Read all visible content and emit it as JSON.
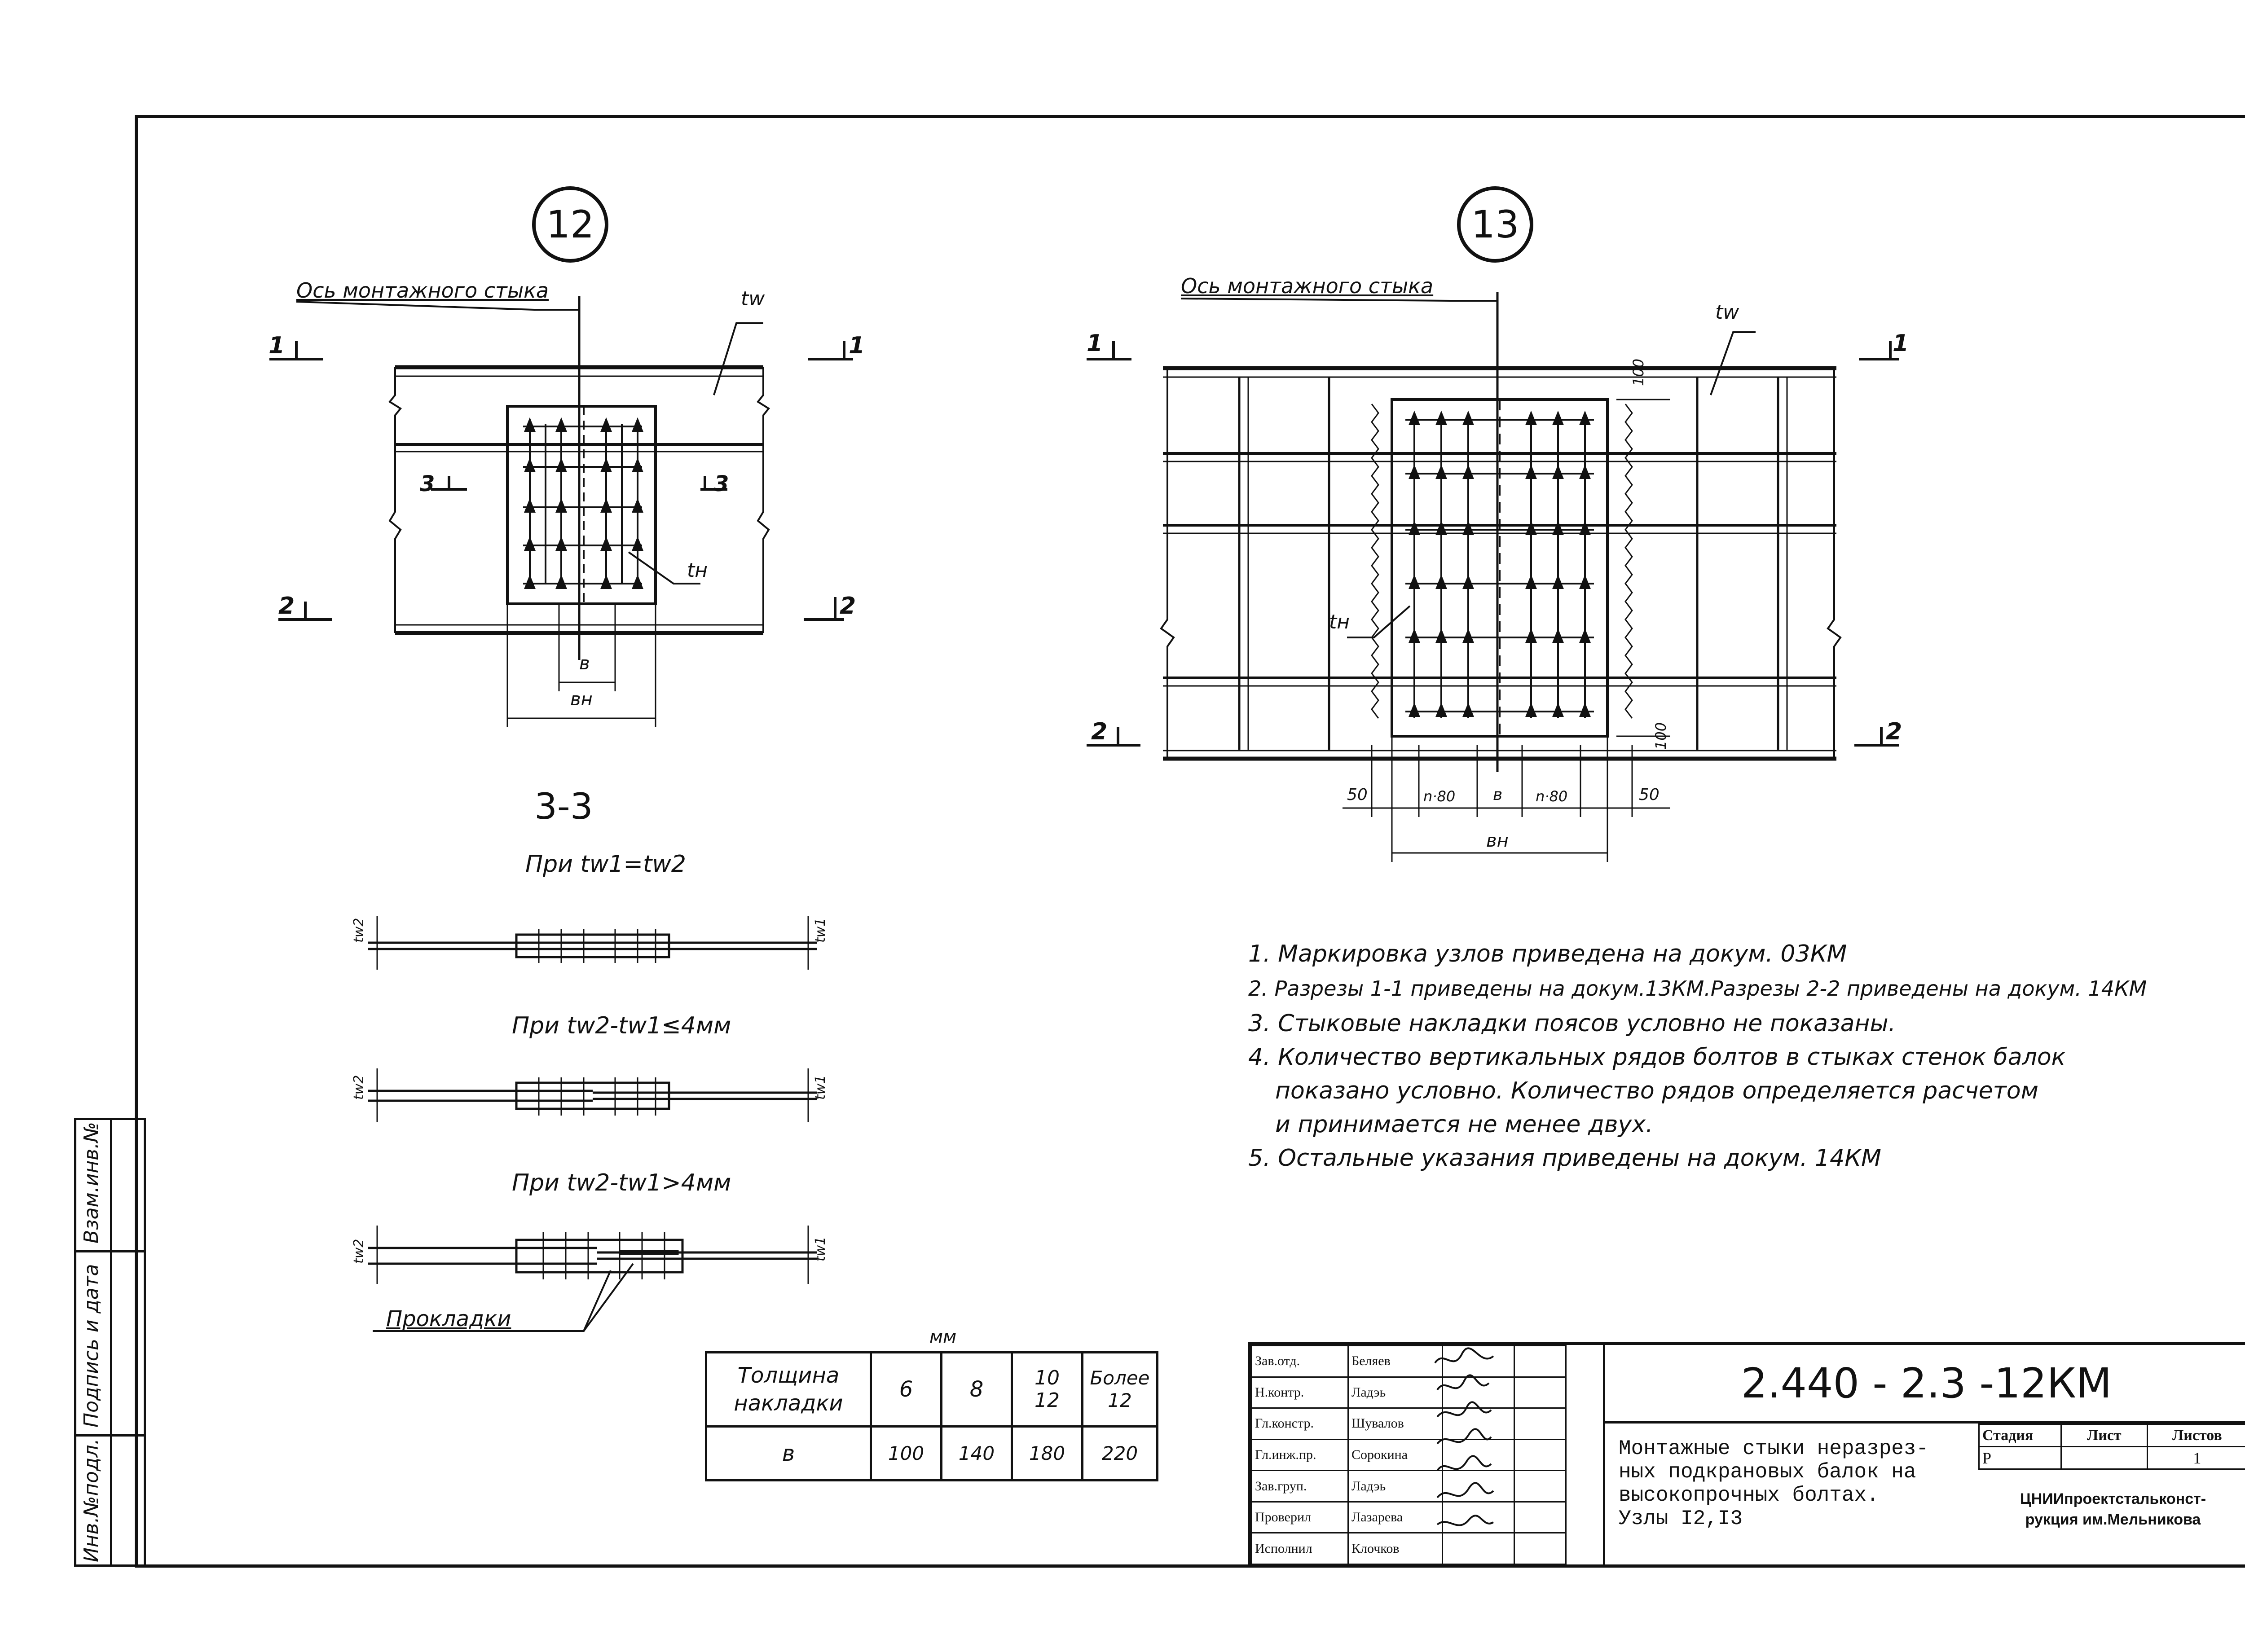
{
  "node12": {
    "number": "12",
    "axis_label": "Ось монтажного стыка",
    "tw_label": "tw",
    "tn_label": "tн",
    "section_marks": [
      "1",
      "1",
      "2",
      "2",
      "3",
      "3"
    ],
    "dim_b": "в",
    "dim_bn": "вн"
  },
  "node13": {
    "number": "13",
    "axis_label": "Ось монтажного стыка",
    "tw_label": "tw",
    "tn_label": "tн",
    "section_marks": [
      "1",
      "1",
      "2",
      "2"
    ],
    "dim_100_top": "100",
    "dim_100_bottom": "100",
    "dims_bottom": [
      "50",
      "n·80",
      "в",
      "n·80",
      "50"
    ],
    "dim_bn": "вн"
  },
  "section33": {
    "title": "3-3",
    "cases": [
      {
        "caption": "При tw1=tw2",
        "left": "tw2",
        "right": "tw1"
      },
      {
        "caption": "При tw2-tw1≤4мм",
        "left": "tw2",
        "right": "tw1"
      },
      {
        "caption": "При tw2-tw1>4мм",
        "left": "tw2",
        "right": "tw1"
      }
    ],
    "shims_label": "Прокладки"
  },
  "notes": [
    "1. Маркировка узлов приведена на докум. 03КМ",
    "2. Разрезы 1-1 приведены на докум.13КМ.Разрезы 2-2 приведены на докум. 14КМ",
    "3. Стыковые накладки поясов условно не показаны.",
    "4. Количество вертикальных рядов болтов в стыках стенок балок",
    "показано условно. Количество рядов определяется расчетом",
    "и принимается не менее двух.",
    "5. Остальные указания приведены на докум. 14КМ"
  ],
  "thickness_table": {
    "unit": "мм",
    "header_label": "Толщина накладки",
    "columns": [
      "6",
      "8",
      "10\n12",
      "Более\n12"
    ],
    "row_label": "в",
    "values": [
      "100",
      "140",
      "180",
      "220"
    ]
  },
  "title_block": {
    "code": "2.440 - 2.3 -12КМ",
    "title": "Монтажные стыки неразрез-ных подкрановых балок на высокопрочных болтах. Узлы I2,I3",
    "title_lines": [
      "Монтажные стыки неразрез-",
      "ных подкрановых балок на",
      "высокопрочных болтах.",
      "Узлы I2,I3"
    ],
    "roles": [
      {
        "role": "Зав.отд.",
        "name": "Беляев"
      },
      {
        "role": "Н.контр.",
        "name": "Ладэь"
      },
      {
        "role": "Гл.констр.",
        "name": "Шувалов"
      },
      {
        "role": "Гл.инж.пр.",
        "name": "Сорокина"
      },
      {
        "role": "Зав.груп.",
        "name": "Ладэь"
      },
      {
        "role": "Проверил",
        "name": "Лазарева"
      },
      {
        "role": "Исполнил",
        "name": "Клочков"
      }
    ],
    "stage_label": "Стадия",
    "sheet_label": "Лист",
    "sheets_label": "Листов",
    "stage": "Р",
    "sheet": "",
    "sheets": "1",
    "org_lines": [
      "ЦНИИпроектстальконст-",
      "рукция им.Мельникова"
    ]
  },
  "side_stamp": [
    "Инв.№подл.",
    "Подпись и дата",
    "Взам.инв.№"
  ]
}
